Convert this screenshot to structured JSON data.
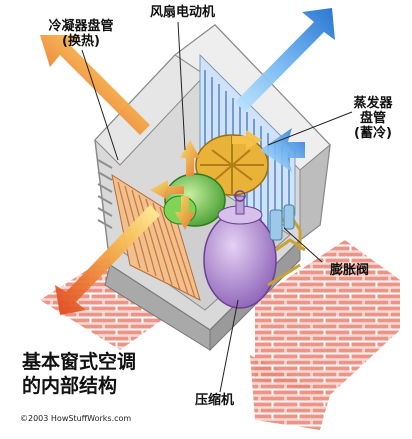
{
  "labels": {
    "condenser": "冷凝器盘管",
    "condenser_note": "(换热)",
    "fan_motor": "风扇电动机",
    "evaporator_l1": "蒸发器",
    "evaporator_l2": "盘管",
    "evaporator_note": "(蓄冷)",
    "expansion_valve": "膨胀阀",
    "compressor": "压缩机"
  },
  "title": {
    "line1": "基本窗式空调",
    "line2": "的内部结构"
  },
  "copyright": "©2003 HowStuffWorks.com",
  "colors": {
    "hot_air": "#e85a2a",
    "cold_air": "#3b8fe0",
    "brick": "#e58a7c",
    "fan": "#6fc24a",
    "compressor": "#b98fd6",
    "frame": "#c9c9c9"
  }
}
